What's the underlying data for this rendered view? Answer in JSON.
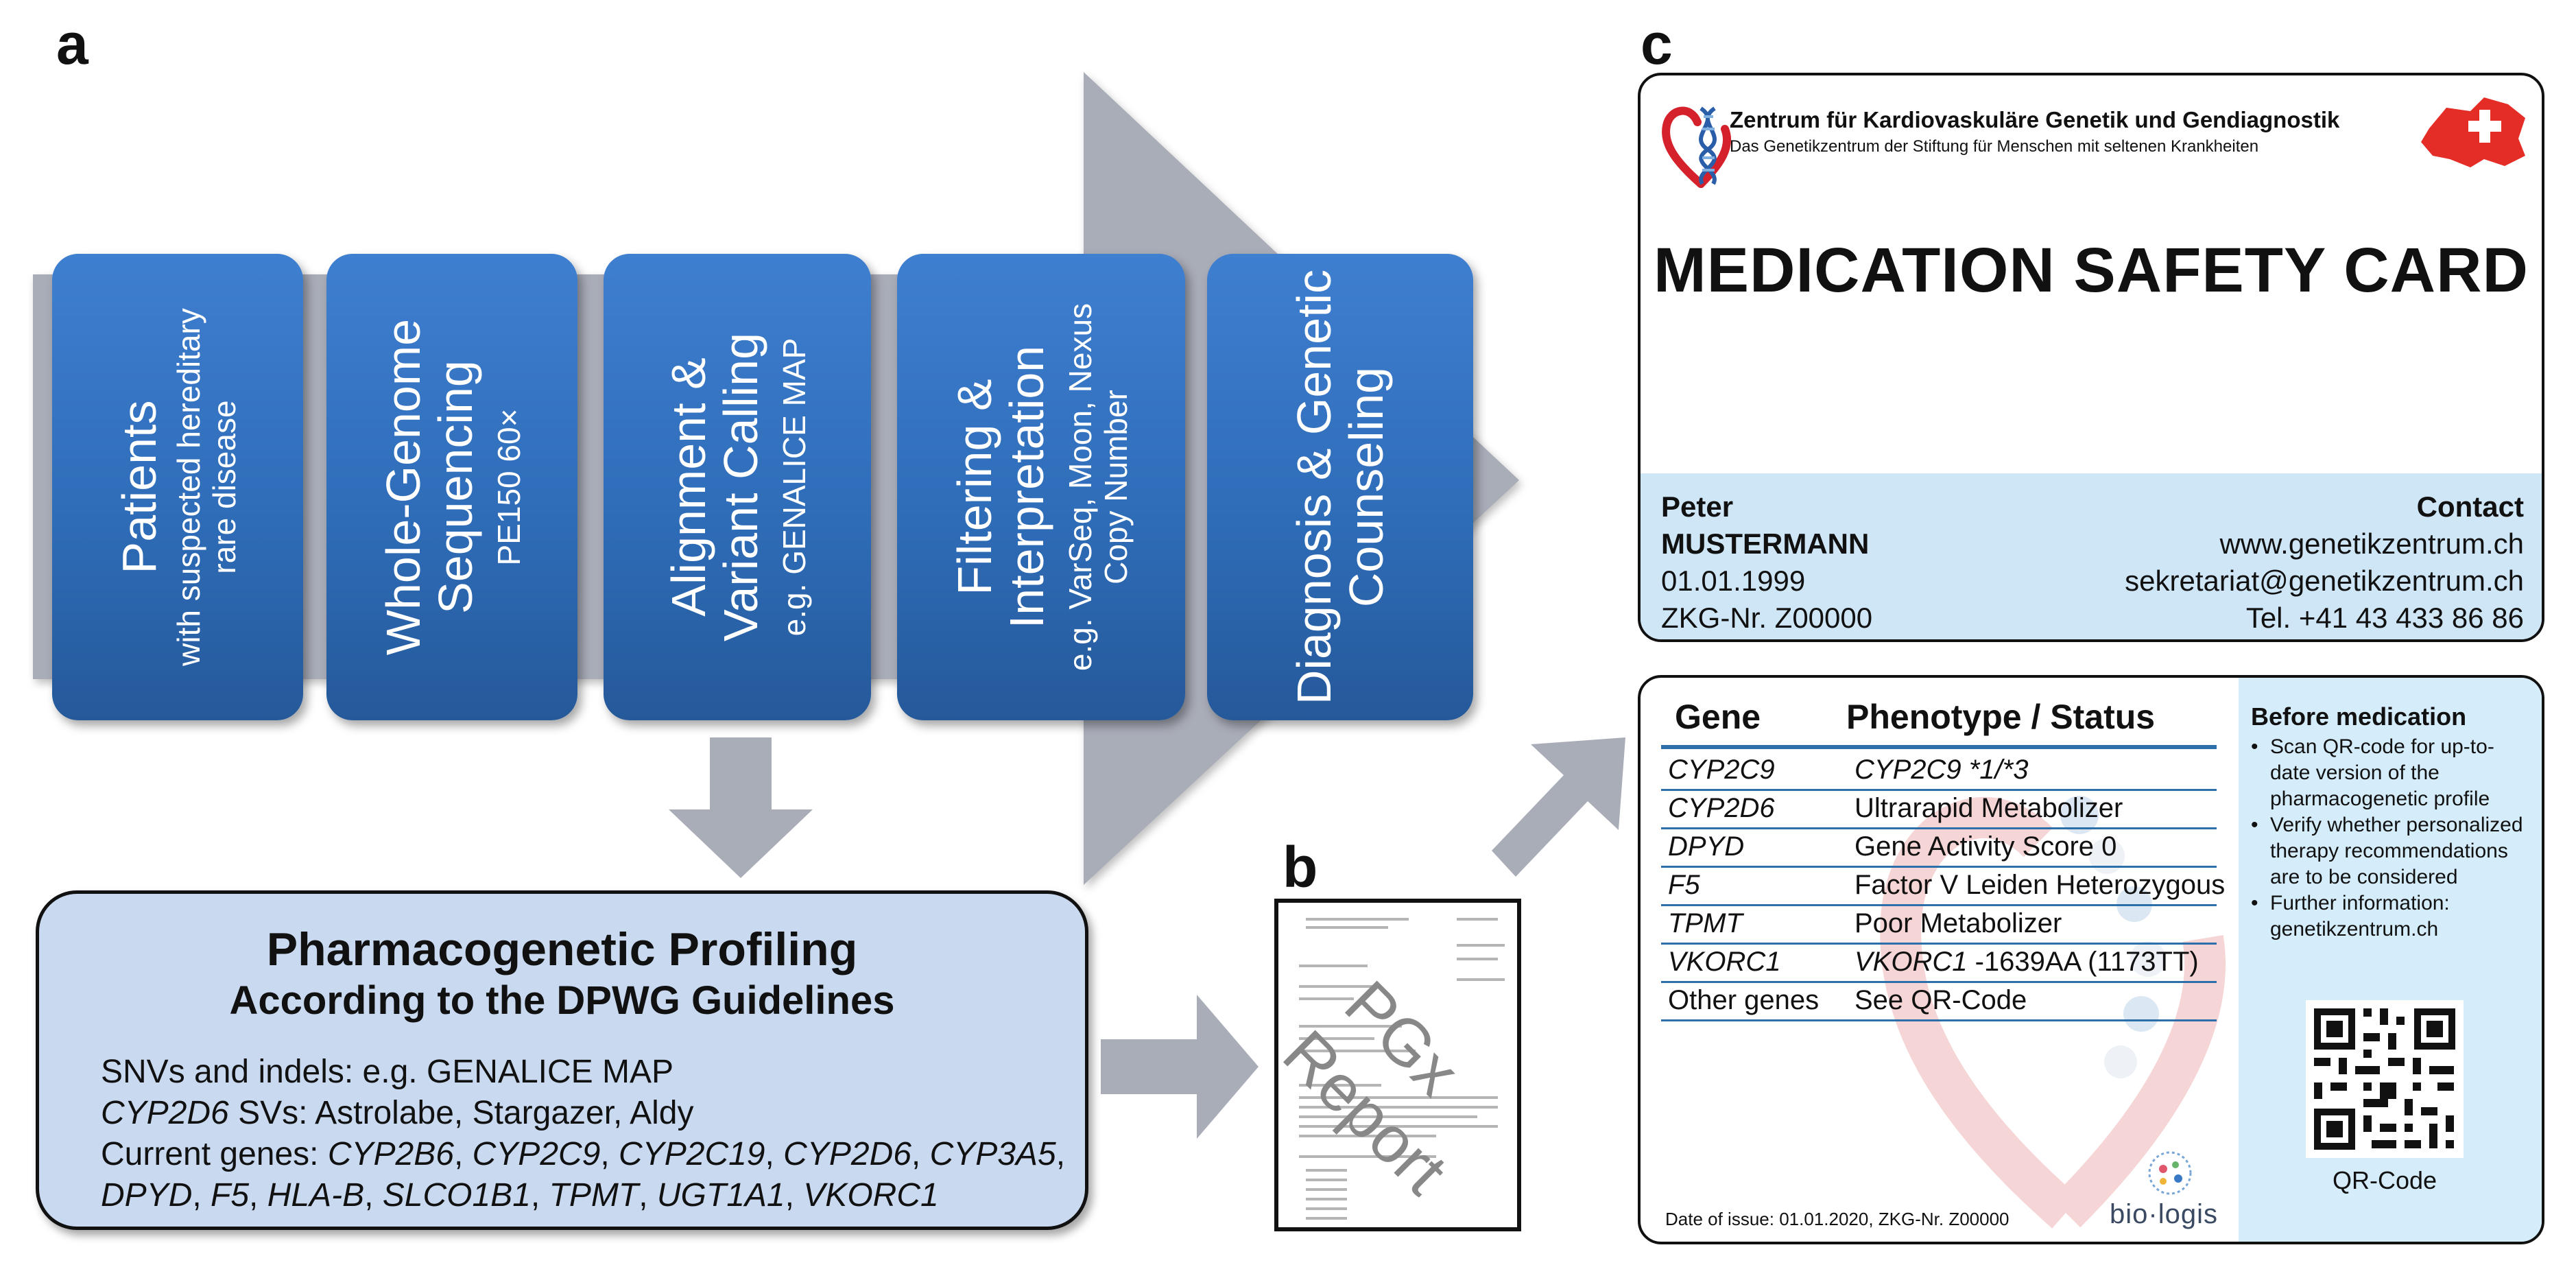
{
  "panels": {
    "a": "a",
    "b": "b",
    "c": "c"
  },
  "pipeline": [
    {
      "title": "Patients",
      "subtitle": "with suspected hereditary rare disease"
    },
    {
      "title": "Whole-Genome Sequencing",
      "subtitle": "PE150 60×"
    },
    {
      "title": "Alignment & Variant Calling",
      "subtitle": "e.g. GENALICE MAP"
    },
    {
      "title": "Filtering & Interpretation",
      "subtitle": "e.g. VarSeq, Moon, Nexus Copy Number"
    },
    {
      "title": "Diagnosis & Genetic Counseling",
      "subtitle": ""
    }
  ],
  "pgx": {
    "title": "Pharmacogenetic Profiling",
    "subtitle": "According to the DPWG Guidelines",
    "snvs": "SNVs and indels: e.g. GENALICE MAP",
    "svs_gene": "CYP2D6",
    "svs_text": " SVs: Astrolabe, Stargazer, Aldy",
    "current_label": "Current genes: ",
    "genes_line1": [
      "CYP2B6",
      "CYP2C9",
      "CYP2C19",
      "CYP2D6",
      "CYP3A5"
    ],
    "genes_line2": [
      "DPYD",
      "F5",
      "HLA-B",
      "SLCO1B1",
      "TPMT",
      "UGT1A1",
      "VKORC1"
    ]
  },
  "report": {
    "watermark_line1": "PGx",
    "watermark_line2": "Report"
  },
  "card_front": {
    "org_name": "Zentrum für Kardiovaskuläre Genetik und Gendiagnostik",
    "org_sub": "Das Genetikzentrum der Stiftung für Menschen mit seltenen Krankheiten",
    "title": "MEDICATION SAFETY CARD",
    "first_name": "Peter",
    "last_name": "MUSTERMANN",
    "dob": "01.01.1999",
    "zkg": "ZKG-Nr. Z00000",
    "contact_label": "Contact",
    "website": "www.genetikzentrum.ch",
    "email": "sekretariat@genetikzentrum.ch",
    "phone": "Tel. +41 43 433 86 86"
  },
  "card_back": {
    "col_gene": "Gene",
    "col_phenotype": "Phenotype / Status",
    "rows": [
      {
        "gene": "CYP2C9",
        "phen_italic": "CYP2C9",
        "phen": " *1/*3"
      },
      {
        "gene": "CYP2D6",
        "phen_italic": "",
        "phen": "Ultrarapid Metabolizer"
      },
      {
        "gene": "DPYD",
        "phen_italic": "",
        "phen": "Gene Activity Score 0"
      },
      {
        "gene": "F5",
        "phen_italic": "",
        "phen": "Factor V Leiden Heterozygous"
      },
      {
        "gene": "TPMT",
        "phen_italic": "",
        "phen": "Poor Metabolizer"
      },
      {
        "gene": "VKORC1",
        "phen_italic": "VKORC1",
        "phen": " -1639AA (1173TT)"
      },
      {
        "gene": "Other genes",
        "phen_italic": "",
        "phen": "See QR-Code"
      }
    ],
    "before_title": "Before medication",
    "before_items": [
      "Scan QR-code for up-to-date version of the pharmacogenetic profile",
      "Verify whether personalized therapy recommendations are to be considered",
      "Further information: genetikzentrum.ch"
    ],
    "qr_label": "QR-Code",
    "issue": "Date of issue: 01.01.2020, ZKG-Nr. Z00000",
    "biologis": "bio·logis"
  },
  "colors": {
    "box_blue": "#2f6db9",
    "arrow_gray": "#a9adb8",
    "pgx_fill": "#c9daf0",
    "card_blue": "#cfe6f7",
    "swiss_red": "#e52d27"
  }
}
